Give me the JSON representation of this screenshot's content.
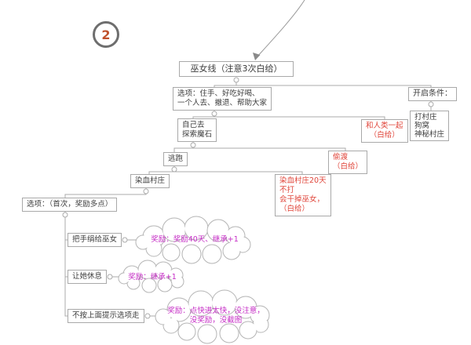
{
  "badge": {
    "number": "2"
  },
  "colors": {
    "node_border": "#a9a9a9",
    "node_text": "#3d3d3d",
    "warning_text": "#e0453a",
    "reward_text": "#c52cc5",
    "connector_line": "#ababab",
    "badge_number": "#c0522d",
    "badge_ring": "#6e6e6e"
  },
  "nodes": {
    "root": {
      "label": "巫女线（注意3次白给）"
    },
    "options1": {
      "label": "选项：住手、好吃好喝、\n一个人去、撤退、帮助大家"
    },
    "unlock_title": {
      "label": "开启条件："
    },
    "unlock_list": {
      "label": "打村庄\n狗窝\n神秘村庄"
    },
    "go_alone": {
      "label": "自己去\n探索魔石"
    },
    "with_humans": {
      "label": "和人类一起\n（白给）"
    },
    "escape": {
      "label": "逃跑"
    },
    "stowaway": {
      "label": "偷渡\n（白给）"
    },
    "blood_village": {
      "label": "染血村庄"
    },
    "blood_warning": {
      "label": "染血村庄20天\n不打\n会干掉巫女，\n（白给）"
    },
    "options2": {
      "label": "选项：（首次，奖励多点）"
    },
    "give_handkerchief": {
      "label": "把手绢给巫女"
    },
    "let_rest": {
      "label": "让她休息"
    },
    "not_follow": {
      "label": "不按上面提示选项走"
    }
  },
  "clouds": {
    "reward1": {
      "label": "奖励：奖励40天、继承+1"
    },
    "reward2": {
      "label": "奖励：继承+1"
    },
    "reward3": {
      "label": "奖励：点快进太快，没注意，\n没奖励，没截图"
    }
  }
}
